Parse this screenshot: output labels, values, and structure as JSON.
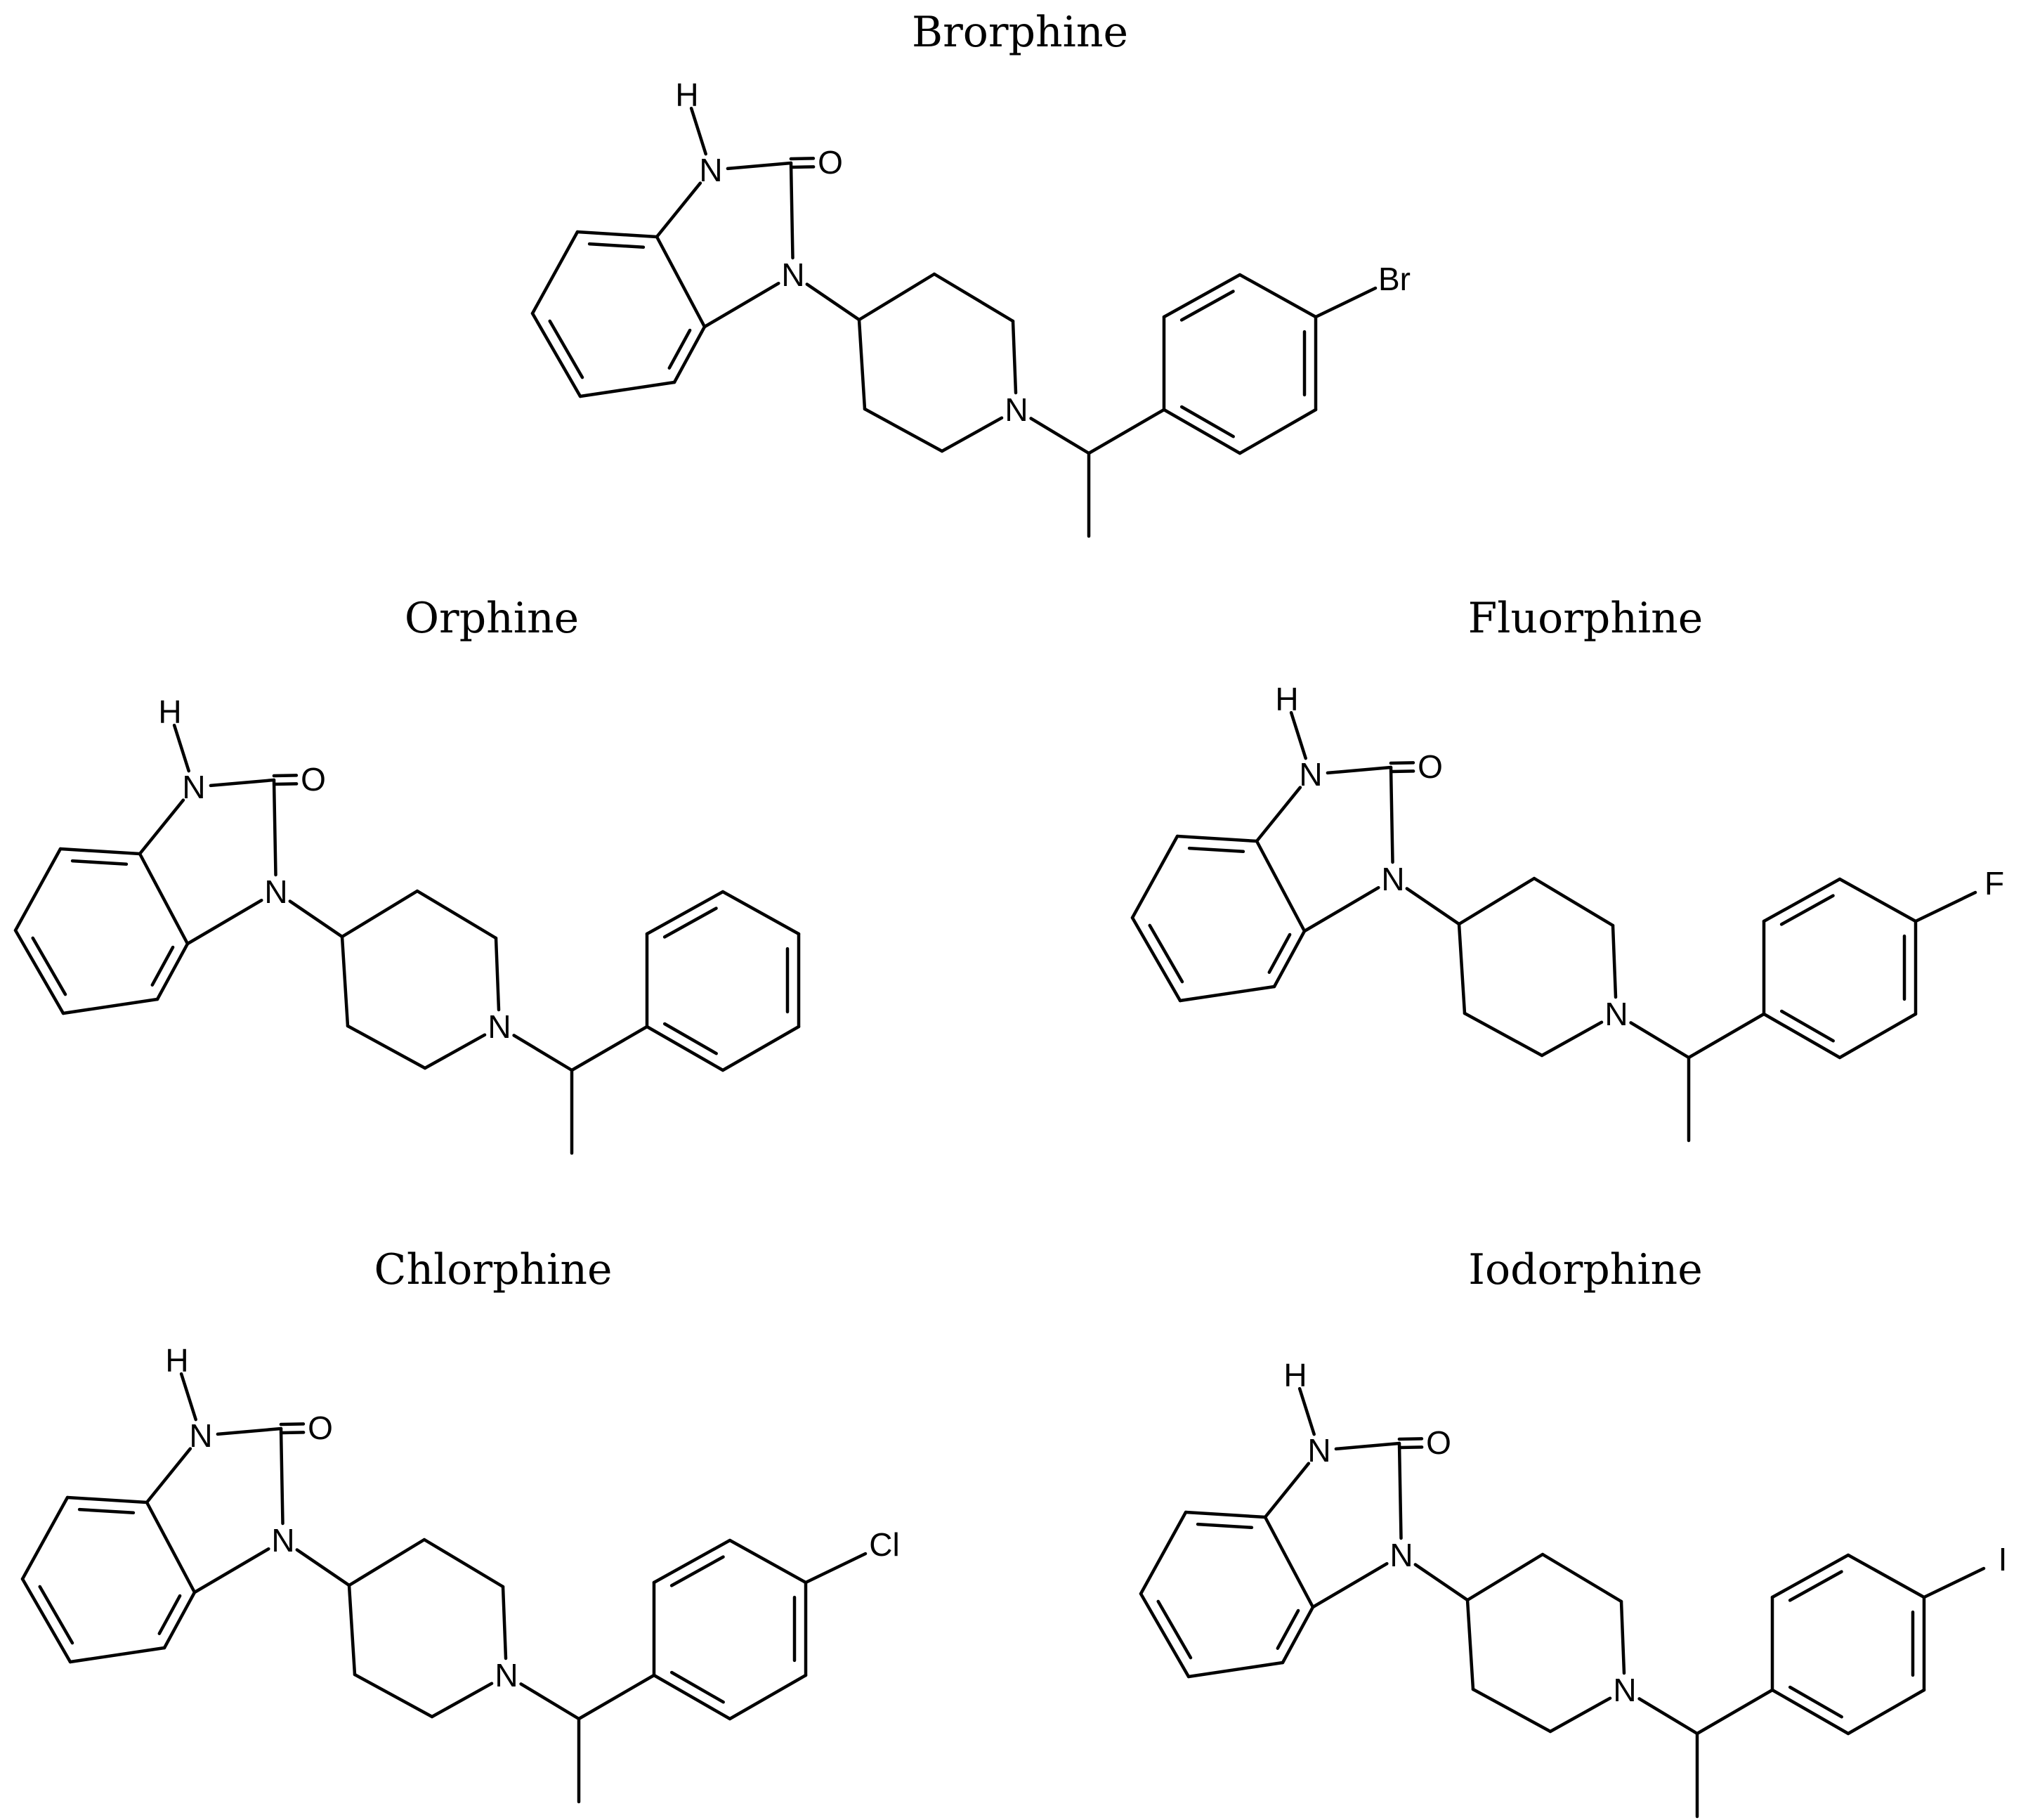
{
  "molecules": [
    {
      "name": "Brorphine",
      "atoms": {
        "h": "H",
        "n1": "N",
        "o": "O",
        "n3": "N",
        "npip": "N",
        "sub": "Br"
      }
    },
    {
      "name": "Orphine",
      "atoms": {
        "h": "H",
        "n1": "N",
        "o": "O",
        "n3": "N",
        "npip": "N"
      }
    },
    {
      "name": "Fluorphine",
      "atoms": {
        "h": "H",
        "n1": "N",
        "o": "O",
        "n3": "N",
        "npip": "N",
        "sub": "F"
      }
    },
    {
      "name": "Chlorphine",
      "atoms": {
        "h": "H",
        "n1": "N",
        "o": "O",
        "n3": "N",
        "npip": "N",
        "sub": "Cl"
      }
    },
    {
      "name": "Iodorphine",
      "atoms": {
        "h": "H",
        "n1": "N",
        "o": "O",
        "n3": "N",
        "npip": "N",
        "sub": "I"
      }
    }
  ]
}
